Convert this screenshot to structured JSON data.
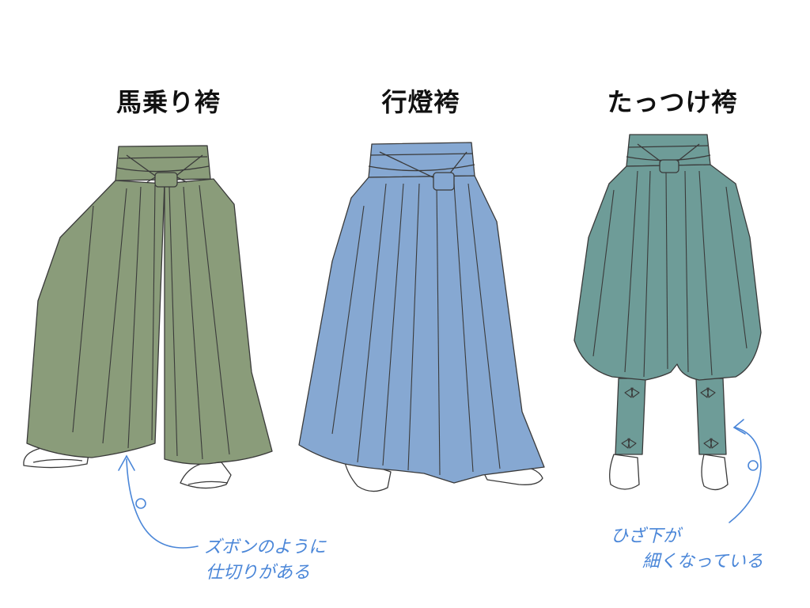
{
  "titles": {
    "umanori": "馬乗り袴",
    "andon": "行燈袴",
    "tattsuke": "たっつけ袴"
  },
  "notes": {
    "umanori_line1": "ズボンのように",
    "umanori_line2": "仕切りがある",
    "tattsuke_line1": "ひざ下が",
    "tattsuke_line2": "細くなっている"
  },
  "colors": {
    "umanori": "#8a9c7a",
    "andon": "#86a8d2",
    "tattsuke": "#6e9c98",
    "annotation": "#4a86d8",
    "outline": "#3a3a3a"
  }
}
